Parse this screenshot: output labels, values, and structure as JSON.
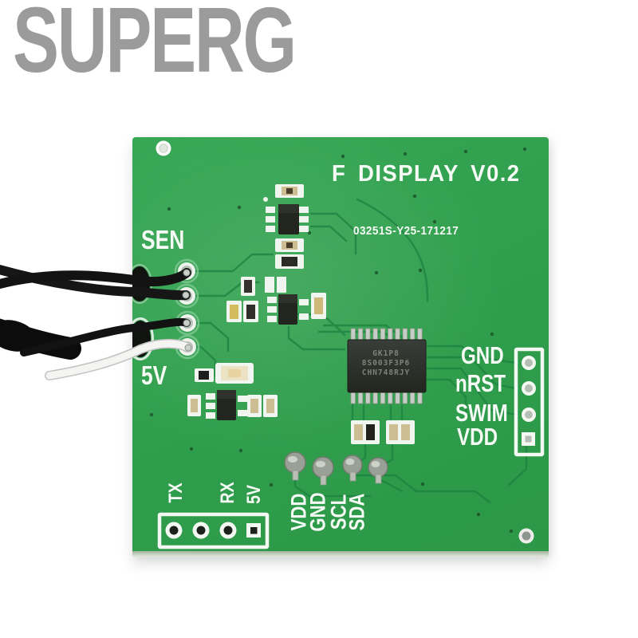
{
  "watermark": {
    "text": "SUPERG"
  },
  "pcb": {
    "title": "F DISPLAY V0.2",
    "serial": "03251S-Y25-171217",
    "left": {
      "sen": "SEN",
      "v5": "5V"
    },
    "swd": {
      "gnd": "GND",
      "nrst": "nRST",
      "swim": "SWIM",
      "vdd": "VDD"
    },
    "uart": {
      "tx": "TX",
      "rx": "RX",
      "v5": "5V"
    },
    "i2c": {
      "vdd": "VDD",
      "gnd": "GND",
      "scl": "SCL",
      "sda": "SDA"
    },
    "mcu": {
      "line1": "GK1P8",
      "line2": "8S003F3P6",
      "line3": "CHN748RJY"
    },
    "colors": {
      "board": "#2f9e4c",
      "silkscreen": "#f6faf5",
      "trace": "#1d8040",
      "watermark": "#9b9b9b"
    }
  }
}
